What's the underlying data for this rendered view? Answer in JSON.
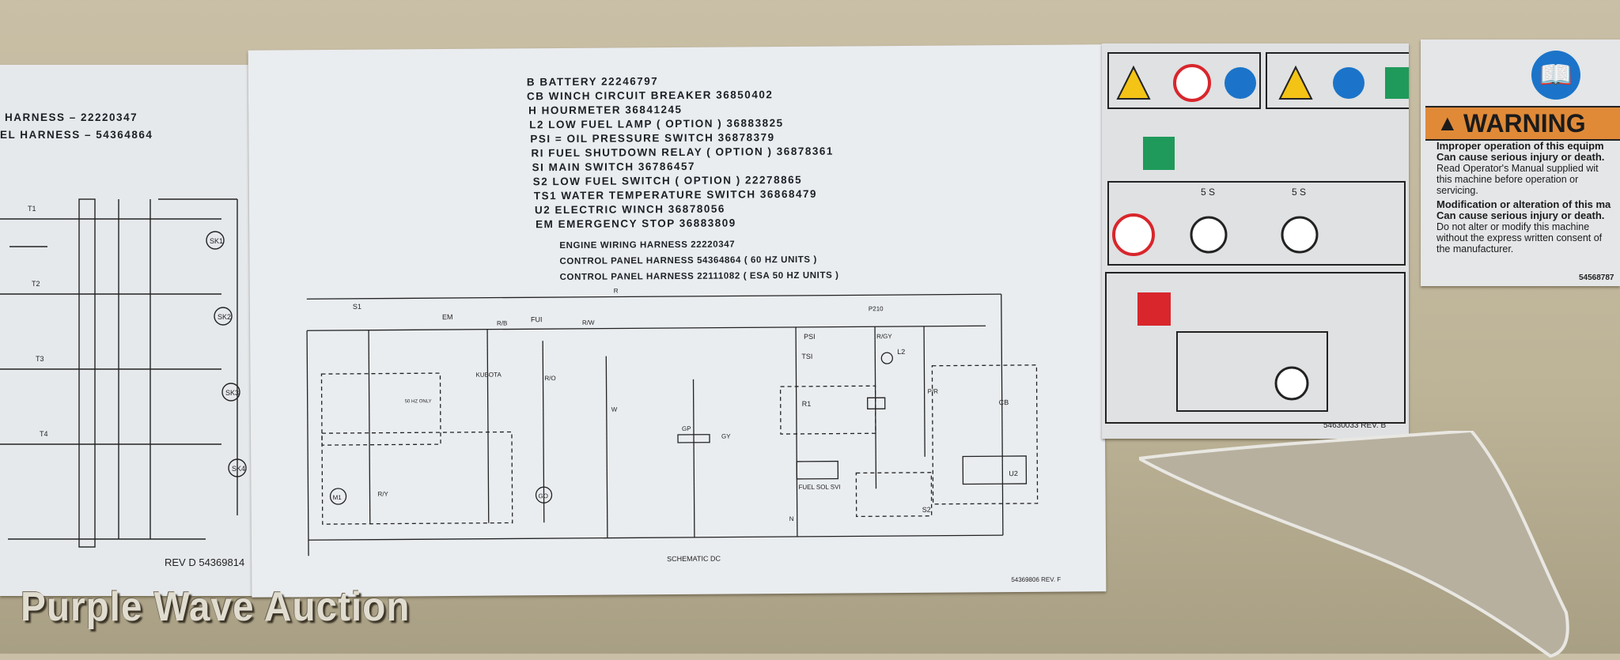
{
  "left_sticker": {
    "harness_lines": [
      "HARNESS – 22220347",
      "EL HARNESS – 54364864"
    ],
    "outlet_labels": [
      "SK1",
      "SK2",
      "SK3",
      "SK4"
    ],
    "transformer_labels": [
      "T1",
      "T2",
      "T3",
      "T4"
    ],
    "rev_label": "REV D 54369814"
  },
  "schematic": {
    "legend": [
      "B  BATTERY  22246797",
      "CB WINCH CIRCUIT BREAKER  36850402",
      "H  HOURMETER  36841245",
      "L2  LOW FUEL LAMP ( OPTION )  36883825",
      "PSI = OIL PRESSURE SWITCH  36878379",
      "RI  FUEL SHUTDOWN RELAY ( OPTION ) 36878361",
      "SI  MAIN SWITCH  36786457",
      "S2  LOW FUEL SWITCH ( OPTION )  22278865",
      "TS1  WATER TEMPERATURE SWITCH  36868479",
      "U2  ELECTRIC WINCH  36878056",
      "EM  EMERGENCY STOP  36883809"
    ],
    "harnesses": [
      "ENGINE WIRING HARNESS  22220347",
      "CONTROL PANEL HARNESS  54364864 ( 60 HZ UNITS      )",
      "CONTROL PANEL HARNESS  22111082 ( ESA 50 HZ UNITS      )"
    ],
    "component_labels": {
      "s1": "S1",
      "em": "EM",
      "fu1": "FUI",
      "psi": "PSI",
      "tsi": "TSI",
      "r1": "R1",
      "l2": "L2",
      "cb": "CB",
      "u2": "U2",
      "s2": "S2",
      "m1": "M1",
      "go": "GO",
      "gp": "GP",
      "kubota": "KUBOTA",
      "fuel_sol": "FUEL SOL SVI",
      "p210": "P210",
      "wire_r": "R",
      "wire_rw": "R/W",
      "wire_rb": "R/B",
      "wire_ry": "R/Y",
      "wire_gy": "GY",
      "wire_ro": "R/O",
      "wire_pr": "P/R",
      "wire_rgy": "R/GY",
      "wire_w": "W",
      "wire_n": "N",
      "hz_note": "50 HZ ONLY"
    },
    "title": "SCHEMATIC DC",
    "rev_label": "54369806 REV. F"
  },
  "pictogram_sticker": {
    "time_labels": [
      "5 S",
      "5 S"
    ],
    "rev_label": "54630033 REV. B"
  },
  "warning_sticker": {
    "heading": "WARNING",
    "bold1": "Improper operation of this equipm",
    "bold2": "Can cause serious injury or death.",
    "text1": "Read Operator's Manual supplied wit",
    "text2": "this machine before operation or",
    "text3": "servicing.",
    "bold3": "Modification or alteration of this ma",
    "bold4": "Can cause serious injury or death.",
    "text4": "Do not alter or modify this machine",
    "text5": "without the express written consent of",
    "text6": "the manufacturer.",
    "part_number": "54568787"
  },
  "watermark": "Purple Wave Auction",
  "colors": {
    "warning_orange": "#e08a38",
    "manual_blue": "#1b74c9",
    "go_green": "#1f9a5a",
    "stop_red": "#d8262c"
  }
}
